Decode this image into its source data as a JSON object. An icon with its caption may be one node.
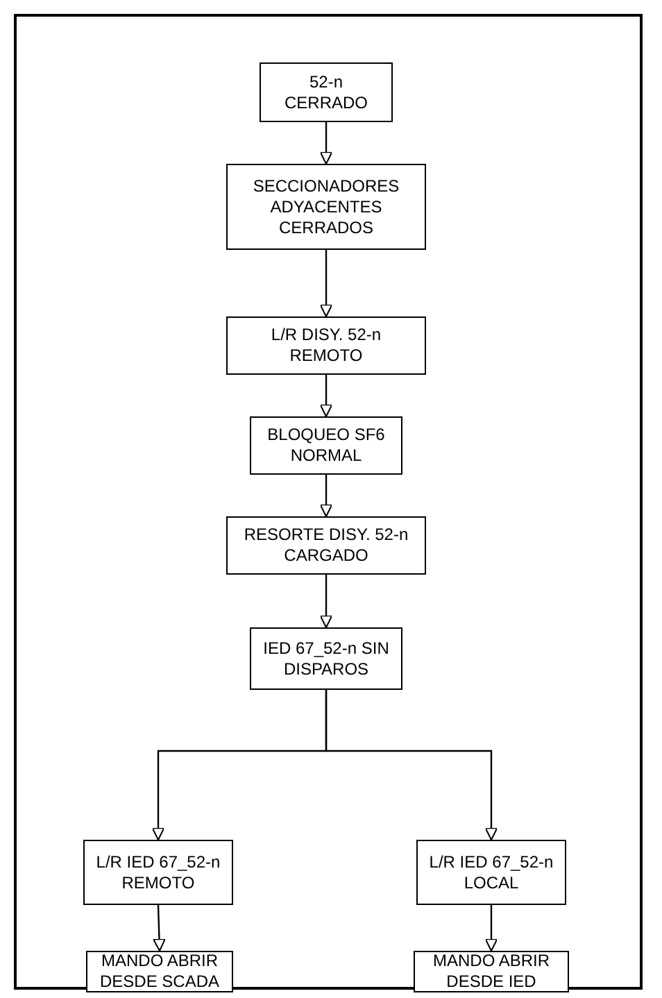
{
  "diagram": {
    "nodes": [
      {
        "text": [
          "52-n CERRADO"
        ]
      },
      {
        "text": [
          "SECCIONADORES ADYACENTES CERRADOS"
        ]
      },
      {
        "text": [
          "L/R DISY. 52-n REMOTO"
        ]
      },
      {
        "text": [
          "BLOQUEO SF6 NORMAL"
        ]
      },
      {
        "text": [
          "RESORTE DISY. 52-n CARGADO"
        ]
      },
      {
        "text": [
          "IED  67_52-n SIN DISPAROS"
        ]
      },
      {
        "text": [
          "L/R IED  67_52-n REMOTO"
        ]
      },
      {
        "text": [
          "L/R IED  67_52-n LOCAL"
        ]
      },
      {
        "text": [
          "MANDO ABRIR DESDE SCADA"
        ]
      },
      {
        "text": [
          "MANDO ABRIR DESDE IED"
        ]
      }
    ],
    "edges": [
      {
        "from": 0,
        "to": 1,
        "arrow": "to"
      },
      {
        "from": 1,
        "to": 2,
        "arrow": "to"
      },
      {
        "from": 2,
        "to": 3,
        "arrow": "to"
      },
      {
        "from": 3,
        "to": 4,
        "arrow": "to"
      },
      {
        "from": 4,
        "to": 5,
        "arrow": "to"
      },
      {
        "from": 5,
        "to": 6,
        "arrow": "to"
      },
      {
        "from": 5,
        "to": 7,
        "arrow": "to"
      },
      {
        "from": 6,
        "to": 8,
        "arrow": "to"
      },
      {
        "from": 7,
        "to": 9,
        "arrow": "to"
      }
    ]
  }
}
